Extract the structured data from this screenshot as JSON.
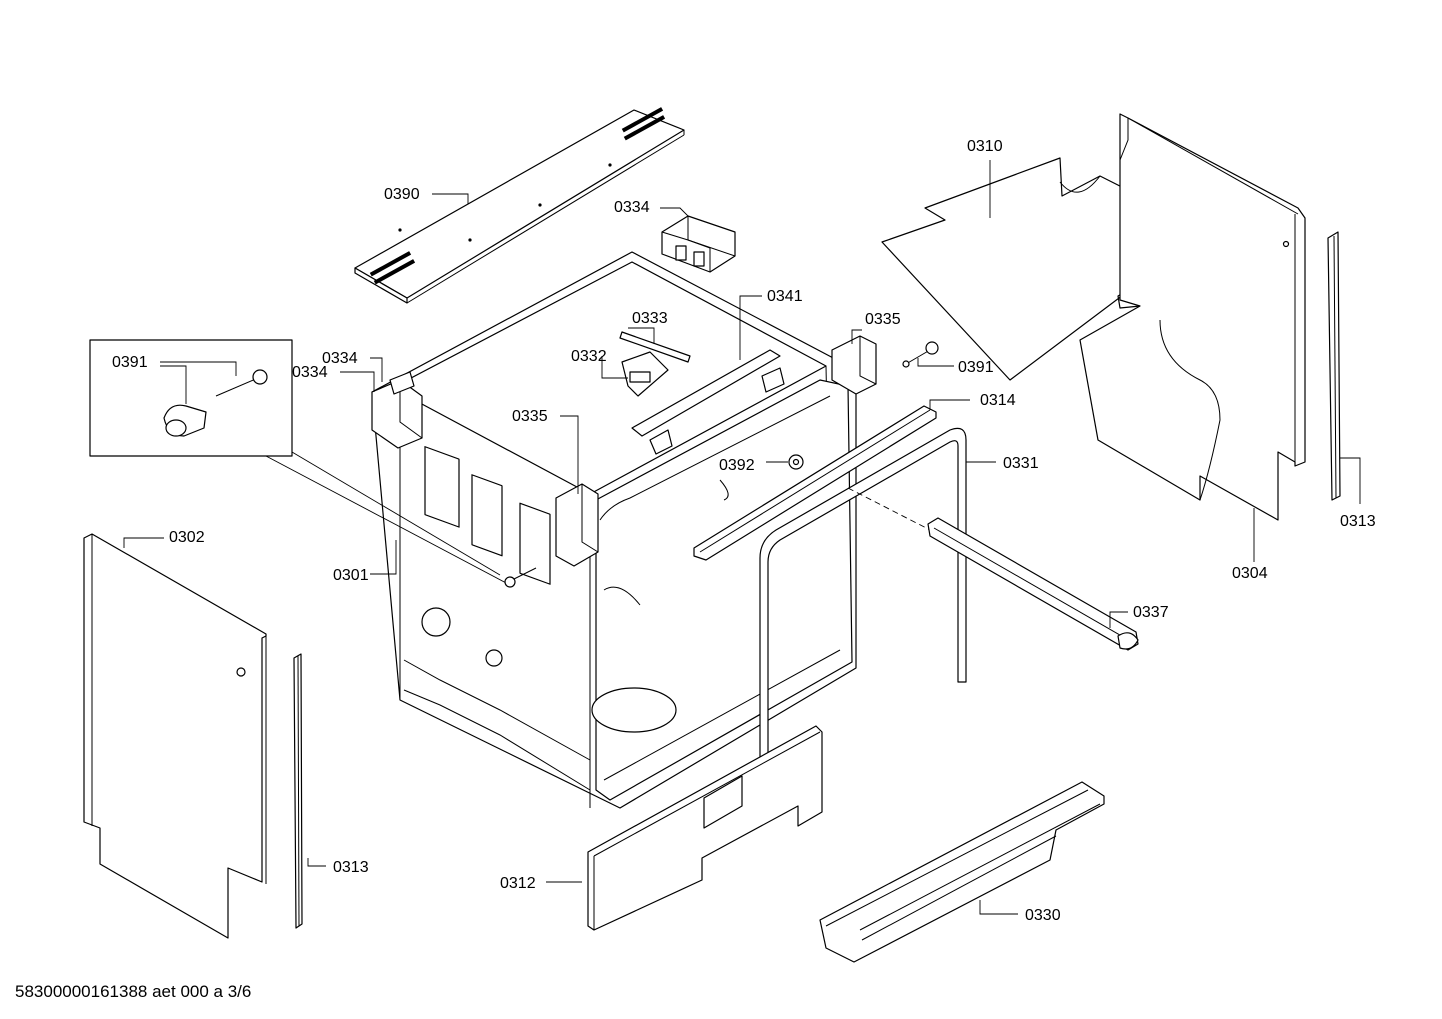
{
  "labels": {
    "l0390": "0390",
    "l0334_top": "0334",
    "l0310": "0310",
    "l0341": "0341",
    "l0333": "0333",
    "l0335_right": "0335",
    "l0391_box": "0391",
    "l0334_left_a": "0334",
    "l0334_left_b": "0334",
    "l0332": "0332",
    "l0391_right": "0391",
    "l0314": "0314",
    "l0335_mid": "0335",
    "l0392": "0392",
    "l0331": "0331",
    "l0313_right": "0313",
    "l0304": "0304",
    "l0302": "0302",
    "l0301": "0301",
    "l0337": "0337",
    "l0313_left": "0313",
    "l0312": "0312",
    "l0330": "0330"
  },
  "footer": {
    "drawing_id": "58300000161388 aet 000 a 3/6"
  }
}
